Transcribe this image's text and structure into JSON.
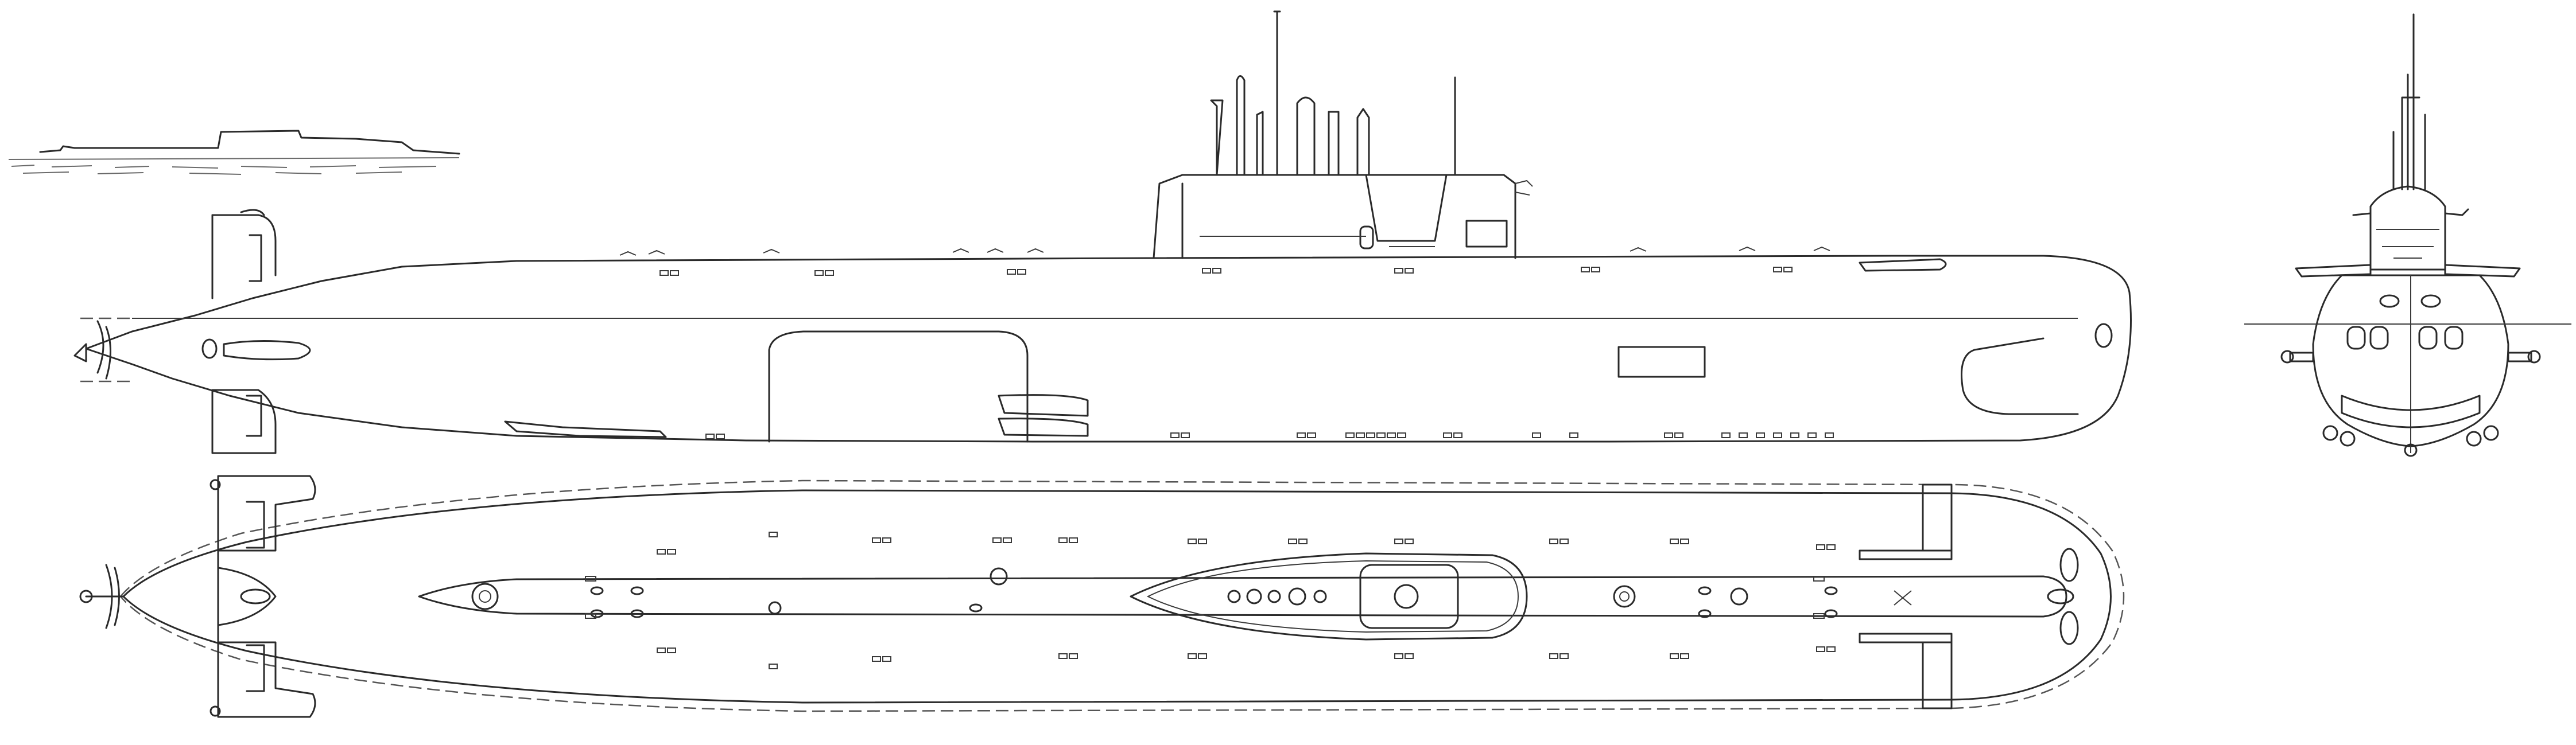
{
  "drawing": {
    "views": [
      {
        "id": "thumbnail",
        "kind": "silhouette"
      },
      {
        "id": "side",
        "kind": "profile"
      },
      {
        "id": "top",
        "kind": "plan"
      },
      {
        "id": "front",
        "kind": "bow-on"
      }
    ],
    "line_color": "#2a2a2a",
    "background": "#ffffff"
  }
}
